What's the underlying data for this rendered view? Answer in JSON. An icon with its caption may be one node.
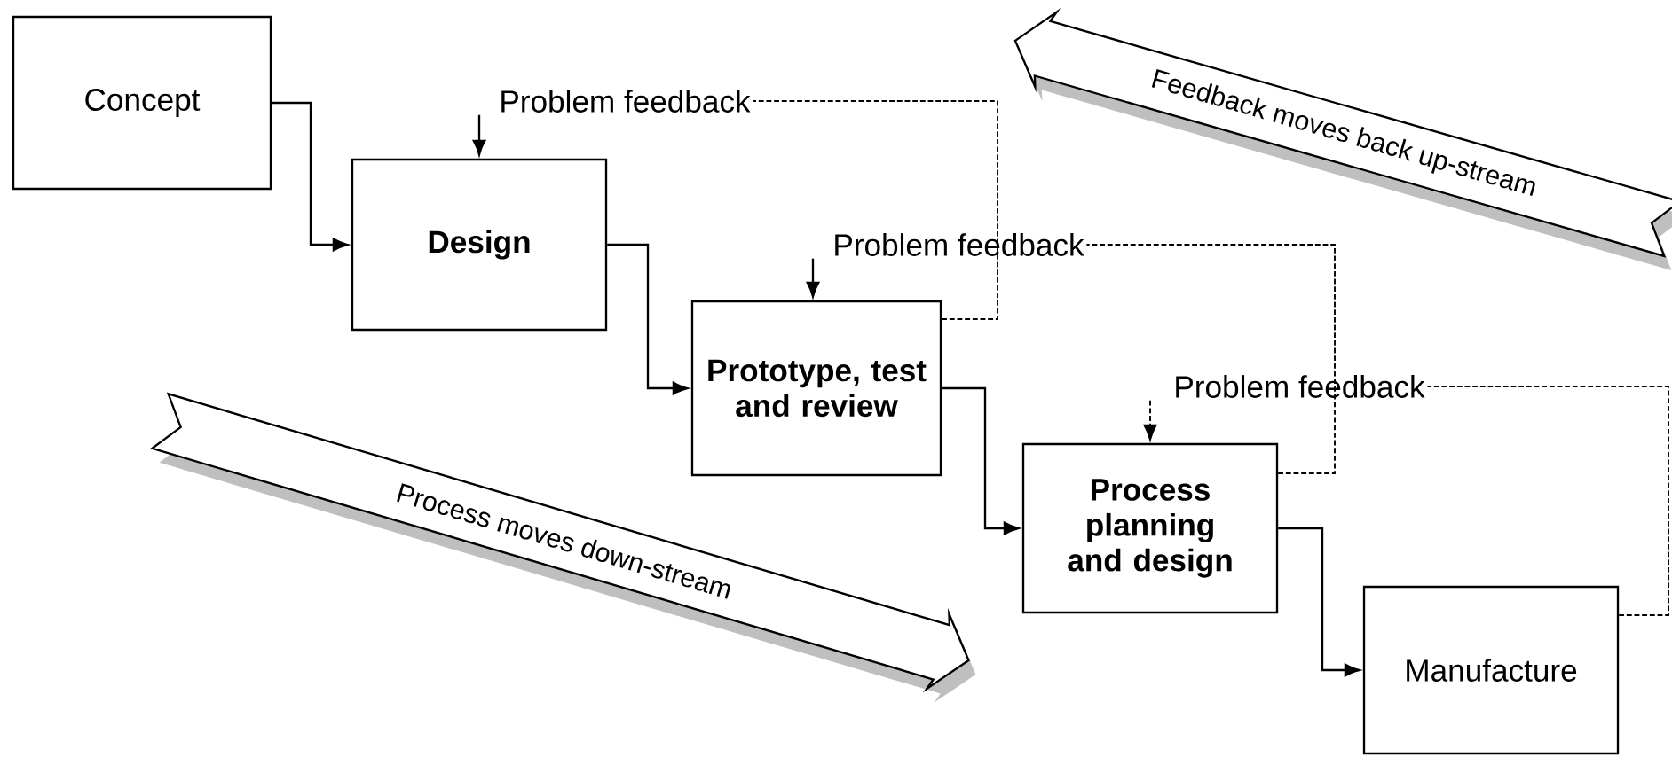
{
  "diagram": {
    "nodes": [
      {
        "text": [
          "Concept"
        ]
      },
      {
        "text": [
          "Design"
        ]
      },
      {
        "text": [
          "Prototype, test and review"
        ]
      },
      {
        "text": [
          "Process planning and design"
        ]
      },
      {
        "text": [
          "Manufacture"
        ]
      },
      {
        "text": [
          "Problem feedback"
        ]
      },
      {
        "text": [
          "Problem feedback"
        ]
      },
      {
        "text": [
          "Problem feedback"
        ]
      },
      {
        "text": [
          "Feedback moves back up-stream"
        ]
      },
      {
        "text": [
          "Process moves down-stream"
        ]
      }
    ],
    "edges": [
      {
        "from": 0,
        "to": 1,
        "arrow": "to"
      },
      {
        "from": 1,
        "to": 2,
        "arrow": "to"
      },
      {
        "from": 2,
        "to": 3,
        "arrow": "to"
      },
      {
        "from": 3,
        "to": 4,
        "arrow": "to"
      },
      {
        "from": 2,
        "to": 5,
        "arrow": "none",
        "style": "dashed"
      },
      {
        "from": 5,
        "to": 1,
        "arrow": "to"
      },
      {
        "from": 3,
        "to": 6,
        "arrow": "none",
        "style": "dashed"
      },
      {
        "from": 6,
        "to": 2,
        "arrow": "to"
      },
      {
        "from": 4,
        "to": 7,
        "arrow": "none",
        "style": "dashed"
      },
      {
        "from": 7,
        "to": 3,
        "arrow": "to",
        "style": "dashed"
      }
    ]
  }
}
